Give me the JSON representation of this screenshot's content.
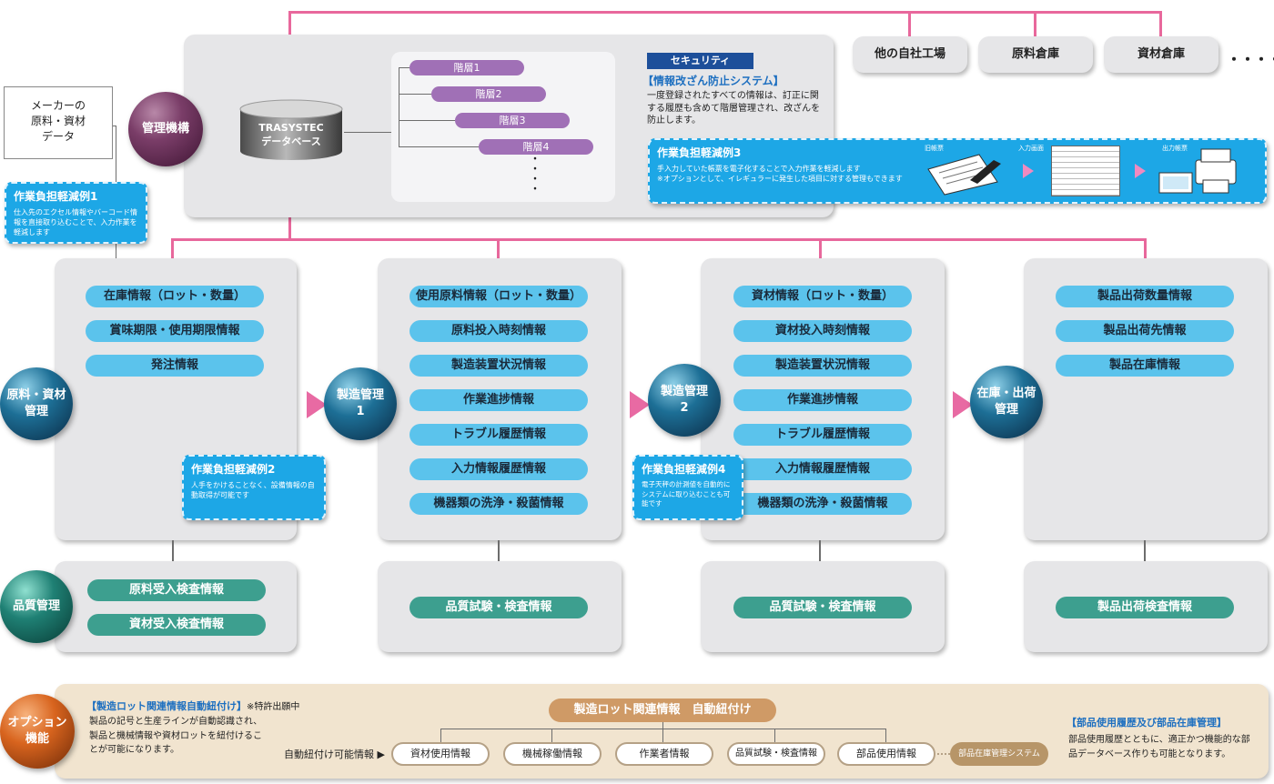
{
  "manufacturer_box": {
    "line1": "メーカーの",
    "line2": "原料・資材",
    "line3": "データ"
  },
  "management_sphere": "管理機構",
  "database": {
    "line1": "TRASYSTEC",
    "line2": "データベース"
  },
  "hierarchy": [
    "階層1",
    "階層2",
    "階層3",
    "階層4"
  ],
  "hierarchy_more": "・\n・\n・\n・",
  "security": {
    "badge": "セキュリティ",
    "title": "【情報改ざん防止システム】",
    "body": "一度登録されたすべての情報は、訂正に関する履歴も含めて階層管理され、改ざんを防止します。"
  },
  "locations": [
    "他の自社工場",
    "原料倉庫",
    "資材倉庫"
  ],
  "locations_more": "・・・・・",
  "callouts": {
    "c1": {
      "title": "作業負担軽減例1",
      "body": "仕入先のエクセル情報やバーコード情報を直接取り込むことで、入力作業を軽減します"
    },
    "c2": {
      "title": "作業負担軽減例2",
      "body": "人手をかけることなく、設備情報の自動取得が可能です"
    },
    "c3": {
      "title": "作業負担軽減例3",
      "body": "手入力していた帳票を電子化することで入力作業を軽減します\n※オプションとして、イレギュラーに発生した項目に対する管理もできます",
      "label_old": "旧帳票",
      "label_input": "入力画面",
      "label_output": "出力帳票"
    },
    "c4": {
      "title": "作業負担軽減例4",
      "body": "電子天秤の計測値を自動的にシステムに取り込むことも可能です"
    }
  },
  "stages": [
    {
      "sphere": "原料・資材\n管理",
      "items": [
        "在庫情報（ロット・数量）",
        "賞味期限・使用期限情報",
        "発注情報"
      ],
      "quality": [
        "原料受入検査情報",
        "資材受入検査情報"
      ]
    },
    {
      "sphere": "製造管理\n1",
      "items": [
        "使用原料情報（ロット・数量）",
        "原料投入時刻情報",
        "製造装置状況情報",
        "作業進捗情報",
        "トラブル履歴情報",
        "入力情報履歴情報",
        "機器類の洗浄・殺菌情報"
      ],
      "quality": [
        "品質試験・検査情報"
      ]
    },
    {
      "sphere": "製造管理\n2",
      "items": [
        "資材情報（ロット・数量）",
        "資材投入時刻情報",
        "製造装置状況情報",
        "作業進捗情報",
        "トラブル履歴情報",
        "入力情報履歴情報",
        "機器類の洗浄・殺菌情報"
      ],
      "quality": [
        "品質試験・検査情報"
      ]
    },
    {
      "sphere": "在庫・出荷\n管理",
      "items": [
        "製品出荷数量情報",
        "製品出荷先情報",
        "製品在庫情報"
      ],
      "quality": [
        "製品出荷検査情報"
      ]
    }
  ],
  "quality_sphere": "品質管理",
  "option": {
    "sphere": "オプション\n機能",
    "title": "【製造ロット関連情報自動紐付け】",
    "note": "※特許出願中",
    "body": "製品の記号と生産ラインが自動認識され、製品と機械情報や資材ロットを紐付けることが可能になります。",
    "root": "製造ロット関連情報　自動紐付け",
    "label": "自動紐付け可能情報 ▶",
    "items": [
      "資材使用情報",
      "機械稼働情報",
      "作業者情報",
      "品質試験・検査情報",
      "部品使用情報"
    ],
    "extra": "部品在庫管理システム",
    "right_title": "【部品使用履歴及び部品在庫管理】",
    "right_body": "部品使用履歴とともに、適正かつ機能的な部品データベース作りも可能となります。"
  },
  "colors": {
    "pink": "#e8689c",
    "blue": "#5bc3ec",
    "teal": "#3d9f8f",
    "purple": "#a070b6",
    "callout": "#1da7e6"
  }
}
